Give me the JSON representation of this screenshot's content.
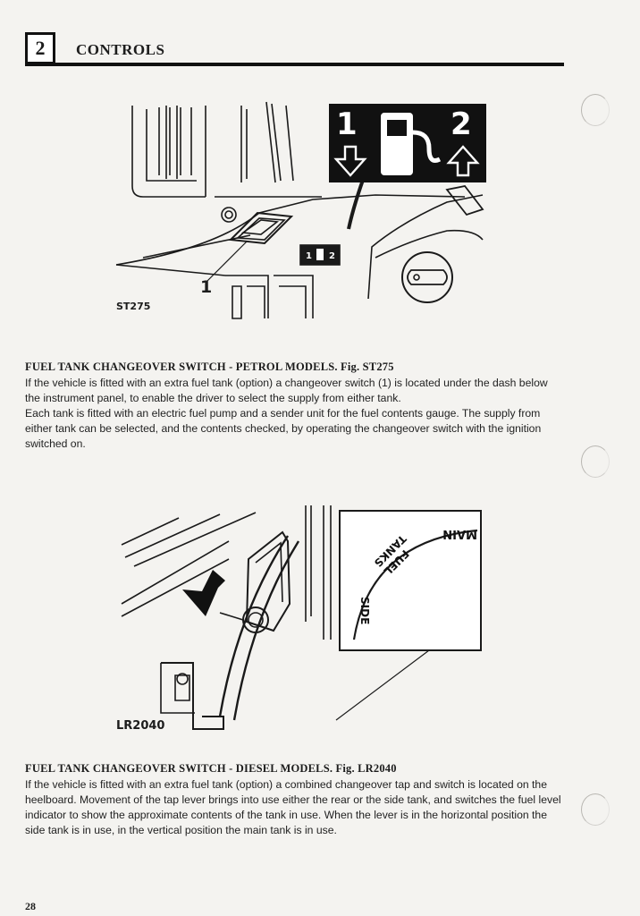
{
  "header": {
    "section_number": "2",
    "section_title": "CONTROLS"
  },
  "figure1": {
    "ref_label": "ST275",
    "callout": "1",
    "icon_tank_left": "1",
    "icon_tank_right": "2",
    "mini_left": "1",
    "mini_right": "2"
  },
  "section1": {
    "heading": "FUEL TANK CHANGEOVER SWITCH - PETROL MODELS. Fig. ST275",
    "paragraphs": [
      "If the vehicle is fitted with an extra fuel tank (option) a changeover switch (1) is located under the dash below the instrument panel, to enable the driver to select the supply from either tank.",
      "Each tank is fitted with an electric fuel pump and a sender unit for the fuel contents gauge. The supply from either tank can be selected, and the contents checked, by operating the changeover switch with the ignition switched on."
    ]
  },
  "figure2": {
    "ref_label": "LR2040",
    "label_main": "MAIN",
    "label_fuel": "FUEL",
    "label_tanks": "TANKS",
    "label_side": "SIDE"
  },
  "section2": {
    "heading": "FUEL TANK CHANGEOVER SWITCH - DIESEL MODELS. Fig. LR2040",
    "paragraphs": [
      "If the vehicle is fitted with an extra fuel tank (option) a combined changeover tap and switch is located on the heelboard. Movement of the tap lever brings into use either the rear or the side tank, and switches the fuel level indicator to show the approximate contents of the tank in use. When the lever is in the horizontal position the side tank is in use, in the vertical position the main tank is in use."
    ]
  },
  "footer": {
    "page_number": "28"
  }
}
